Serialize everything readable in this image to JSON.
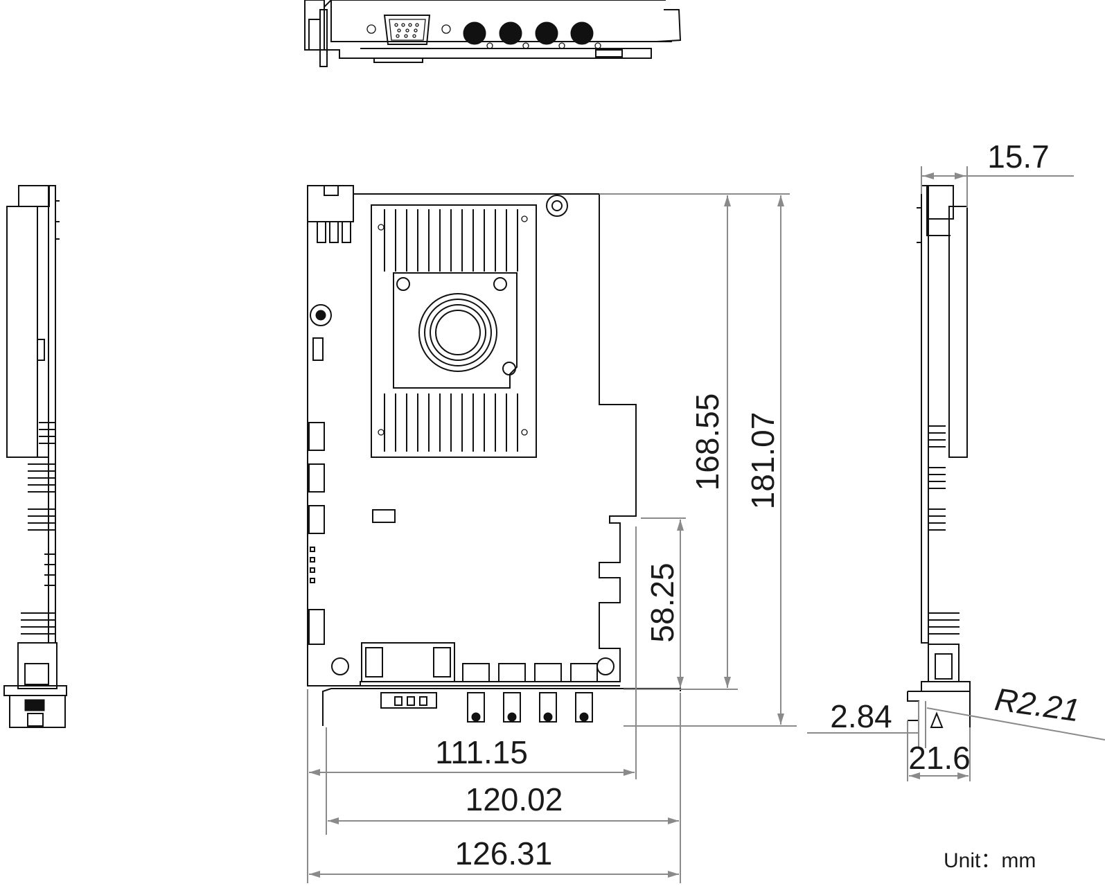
{
  "dimensions": {
    "d_168_55": "168.55",
    "d_181_07": "181.07",
    "d_58_25": "58.25",
    "d_111_15": "111.15",
    "d_120_02": "120.02",
    "d_126_31": "126.31",
    "d_15_7": "15.7",
    "d_2_84": "2.84",
    "d_21_6": "21.6",
    "d_r2_21": "R2.21"
  },
  "unit_label": "Unit：mm"
}
